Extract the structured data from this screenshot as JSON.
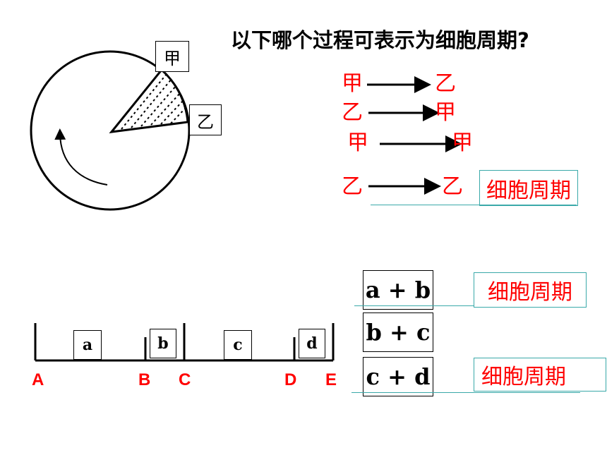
{
  "question": "以下哪个过程可表示为细胞周期?",
  "circle_labels": {
    "jia": "甲",
    "yi": "乙"
  },
  "options": [
    {
      "from": "甲",
      "to": "乙"
    },
    {
      "from": "乙",
      "to": "甲"
    },
    {
      "from": "甲",
      "to": "甲"
    },
    {
      "from": "乙",
      "to": "乙"
    }
  ],
  "answer_label": "细胞周期",
  "segments": [
    "a",
    "b",
    "c",
    "d"
  ],
  "points": [
    "A",
    "B",
    "C",
    "D",
    "E"
  ],
  "sums": [
    "a + b",
    "b + c",
    "c + d"
  ],
  "colors": {
    "accent": "#ff0000",
    "teal": "#3aa9a9"
  }
}
